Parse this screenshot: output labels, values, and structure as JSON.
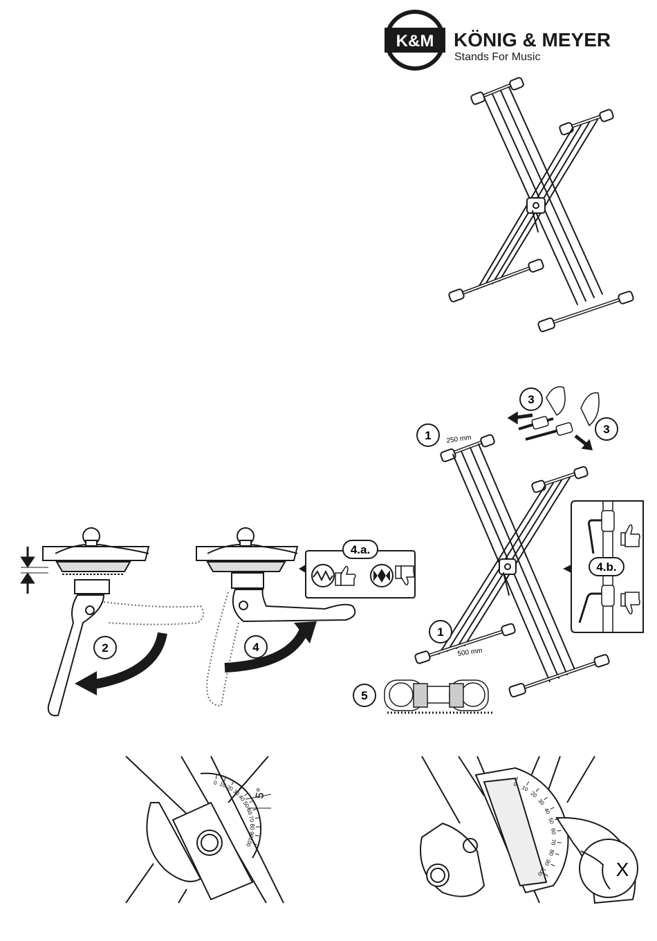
{
  "brand": {
    "logo_mark": "K&M",
    "name": "KÖNIG & MEYER",
    "tagline": "Stands For Music"
  },
  "dimensions": {
    "top_width": "250 mm",
    "bottom_width": "500 mm"
  },
  "steps": {
    "one_top": "1",
    "one_bottom": "1",
    "two": "2",
    "three_left": "3",
    "three_right": "3",
    "four": "4",
    "four_a": "4.a.",
    "four_b": "4.b.",
    "five": "5"
  },
  "angle_gauge_left": {
    "ticks": [
      "0",
      "10",
      "20",
      "30",
      "40",
      "50",
      "60",
      "70",
      "80",
      "90",
      "100"
    ],
    "increment_label": "5°"
  },
  "angle_gauge_right": {
    "ticks": [
      "0",
      "10",
      "20",
      "30",
      "40",
      "50",
      "60",
      "70",
      "80",
      "90",
      "100"
    ],
    "marker": "X"
  },
  "colors": {
    "line": "#1a1a1a",
    "shade": "#9a9a9a",
    "paper": "#ffffff"
  }
}
